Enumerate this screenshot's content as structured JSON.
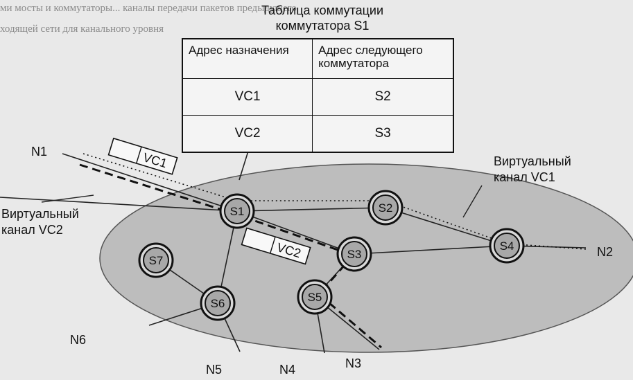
{
  "table": {
    "title": "Таблица коммутации коммутатора S1",
    "headers": [
      "Адрес назначения",
      "Адрес следующего коммутатора"
    ],
    "rows": [
      {
        "dest": "VC1",
        "next": "S2"
      },
      {
        "dest": "VC2",
        "next": "S3"
      }
    ]
  },
  "labels": {
    "vc1_channel": "Виртуальный канал VC1",
    "vc2_channel": "Виртуальный канал VC2",
    "packet_vc1": "VC1",
    "packet_vc2": "VC2"
  },
  "switches": [
    "S1",
    "S2",
    "S3",
    "S4",
    "S5",
    "S6",
    "S7"
  ],
  "nodes": [
    "N1",
    "N2",
    "N3",
    "N4",
    "N5",
    "N6"
  ],
  "background_text": [
    "ми мосты и коммутаторы... каналы передачи пакетов предыдущего",
    "ходящей сети для канального уровня"
  ]
}
